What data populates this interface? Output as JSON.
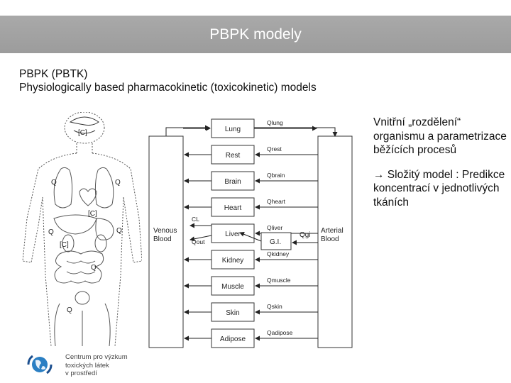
{
  "header": {
    "title": "PBPK modely"
  },
  "intro": {
    "line1": "PBPK (PBTK)",
    "line2": "Physiologically based pharmacokinetic (toxicokinetic) models"
  },
  "side": {
    "para1": "Vnitřní „rozdělení“ organismu a parametrizace běžících procesů",
    "para2": " Složitý model : Predikce koncentrací v jednotlivých tkáních",
    "arrow_icon": "right-arrow-icon"
  },
  "diagram": {
    "venous": [
      "Venous",
      "Blood"
    ],
    "arterial": [
      "Arterial",
      "Blood"
    ],
    "compartments": [
      "Lung",
      "Rest",
      "Brain",
      "Heart",
      "Liver",
      "Kidney",
      "Muscle",
      "Skin",
      "Adipose"
    ],
    "gi": "G.I.",
    "flows": [
      "Qlung",
      "Qrest",
      "Qbrain",
      "Qheart",
      "Qliver",
      "Qkidney",
      "Qmuscle",
      "Qskin",
      "Qadipose"
    ],
    "gi_flow": "Qgi",
    "cl_label": "CL",
    "qout_label": "Qout"
  },
  "logo": {
    "line1": "Centrum pro výzkum",
    "line2": "toxických látek",
    "line3": "v prostředí"
  }
}
